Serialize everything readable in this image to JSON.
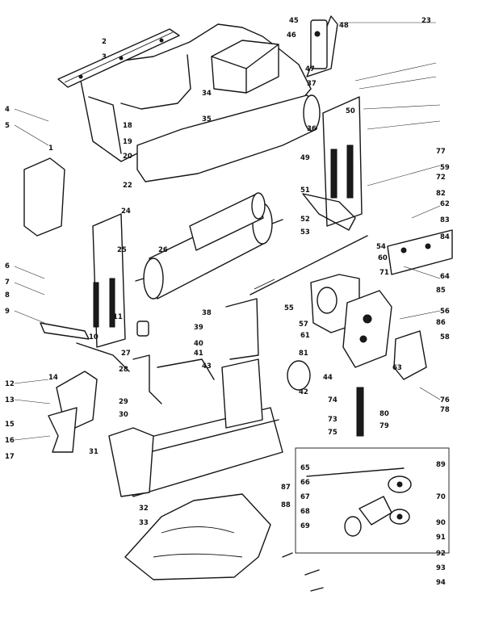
{
  "callouts": [
    "2",
    "3",
    "4",
    "5",
    "1",
    "6",
    "7",
    "8",
    "9",
    "10",
    "11",
    "12",
    "13",
    "14",
    "15",
    "16",
    "17",
    "18",
    "19",
    "20",
    "22",
    "23",
    "24",
    "25",
    "26",
    "27",
    "28",
    "29",
    "30",
    "31",
    "32",
    "33",
    "34",
    "35",
    "36",
    "37",
    "38",
    "39",
    "40",
    "41",
    "42",
    "43",
    "44",
    "45",
    "46",
    "47",
    "48",
    "49",
    "50",
    "51",
    "52",
    "53",
    "54",
    "55",
    "56",
    "57",
    "58",
    "59",
    "60",
    "61",
    "62",
    "63",
    "64",
    "65",
    "66",
    "67",
    "68",
    "69",
    "70",
    "71",
    "72",
    "73",
    "74",
    "75",
    "76",
    "77",
    "78",
    "79",
    "80",
    "81",
    "82",
    "83",
    "84",
    "85",
    "86",
    "87",
    "88",
    "89",
    "90",
    "91",
    "92",
    "93",
    "94"
  ]
}
